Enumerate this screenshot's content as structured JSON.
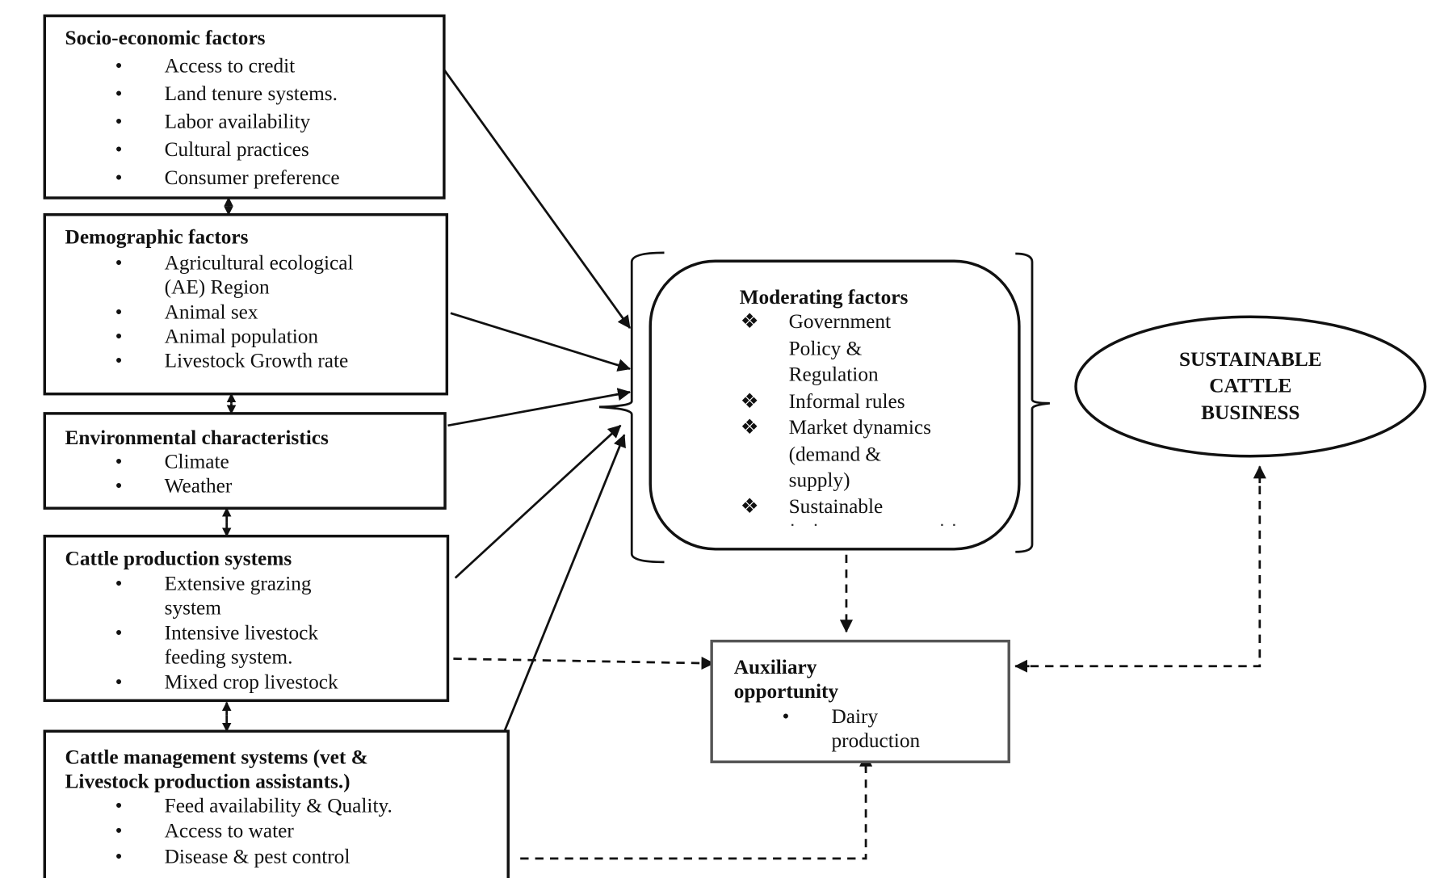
{
  "boxes": {
    "socio": {
      "title": "Socio-economic factors",
      "items": [
        "Access to credit",
        "Land tenure systems.",
        "Labor availability",
        "Cultural practices",
        "Consumer preference"
      ]
    },
    "demographic": {
      "title": "Demographic factors",
      "items": [
        "Agricultural ecological",
        "(AE) Region",
        "Animal sex",
        "Animal population",
        "Livestock Growth rate"
      ]
    },
    "environmental": {
      "title": "Environmental characteristics",
      "items": [
        "Climate",
        "Weather"
      ]
    },
    "production": {
      "title": "Cattle production systems",
      "items": [
        "Extensive grazing",
        "system",
        "Intensive livestock",
        "feeding system.",
        "Mixed crop livestock"
      ]
    },
    "management": {
      "title_lines": [
        "Cattle management systems (vet &",
        "Livestock production assistants.)"
      ],
      "items": [
        "Feed availability & Quality.",
        "Access to water",
        "Disease & pest control"
      ]
    },
    "moderating": {
      "title": "Moderating factors",
      "items": [
        "Government",
        "Policy &",
        "Regulation",
        "Informal rules",
        "Market dynamics",
        "(demand &",
        "supply)",
        "Sustainable"
      ]
    },
    "auxiliary": {
      "title_lines": [
        "Auxiliary",
        "opportunity"
      ],
      "items": [
        "Dairy",
        "production"
      ]
    },
    "outcome": {
      "lines": [
        "SUSTAINABLE",
        "CATTLE",
        "BUSINESS"
      ]
    }
  },
  "bullet": "•",
  "diamond_bullet": "❖"
}
